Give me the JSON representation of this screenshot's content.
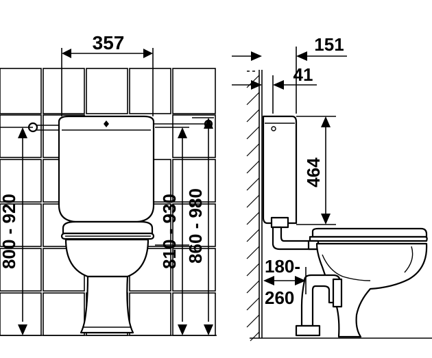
{
  "dimensions": {
    "front_width": "357",
    "front_height_a": "800 - 920",
    "front_height_b": "810 - 930",
    "front_height_c": "860 - 980",
    "side_depth": "151",
    "side_wall_gap": "41",
    "side_cistern_height": "464",
    "side_outlet_min": "180-",
    "side_outlet_max": "260"
  }
}
